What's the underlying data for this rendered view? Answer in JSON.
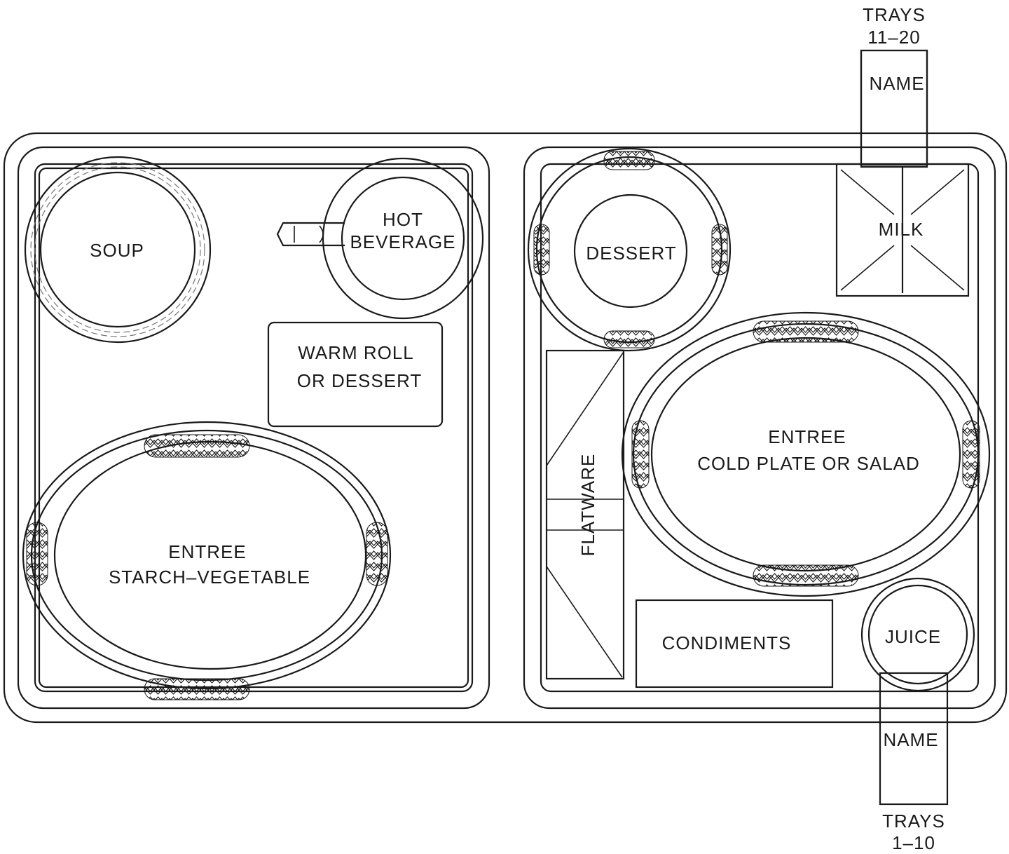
{
  "labels": {
    "trays_top_line1": "TRAYS",
    "trays_top_line2": "11–20",
    "name_top": "NAME",
    "soup": "SOUP",
    "hot_bev_line1": "HOT",
    "hot_bev_line2": "BEVERAGE",
    "warm_roll_line1": "WARM ROLL",
    "warm_roll_line2": "OR DESSERT",
    "entree_left_line1": "ENTREE",
    "entree_left_line2": "STARCH–VEGETABLE",
    "dessert": "DESSERT",
    "milk": "MILK",
    "flatware": "FLATWARE",
    "entree_right_line1": "ENTREE",
    "entree_right_line2": "COLD PLATE OR SALAD",
    "condiments": "CONDIMENTS",
    "juice": "JUICE",
    "name_bottom": "NAME",
    "trays_bottom_line1": "TRAYS",
    "trays_bottom_line2": "1–10"
  }
}
